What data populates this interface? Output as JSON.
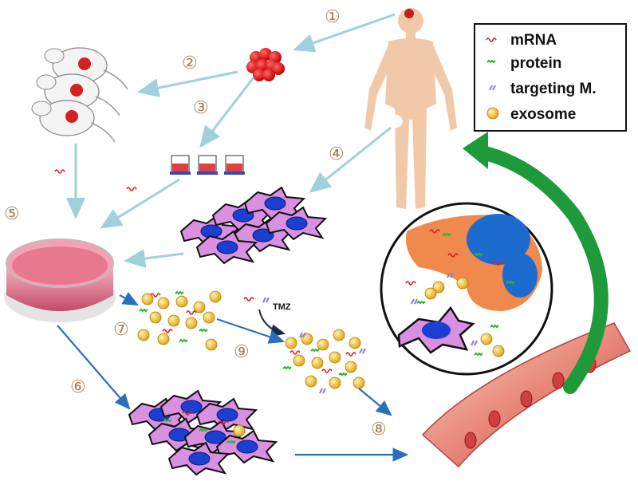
{
  "steps": [
    "①",
    "②",
    "③",
    "④",
    "⑤",
    "⑥",
    "⑦",
    "⑧",
    "⑨"
  ],
  "legend": {
    "mrna": "mRNA",
    "protein": "protein",
    "targeting": "targeting M.",
    "exosome": "exosome"
  },
  "drug_label": "TMZ",
  "colors": {
    "light_arrow": "#9fd0dc",
    "dark_arrow": "#2a6fb8",
    "green_arrow": "#1f9a3a",
    "mrna": "#d82020",
    "protein": "#2db52d",
    "targeting": "#9b80c8",
    "exosome": "#f0c030",
    "tumor": "#e02020",
    "cell": "#d990e0",
    "nucleus": "#1b3fd0",
    "body": "#f2c9a8"
  }
}
